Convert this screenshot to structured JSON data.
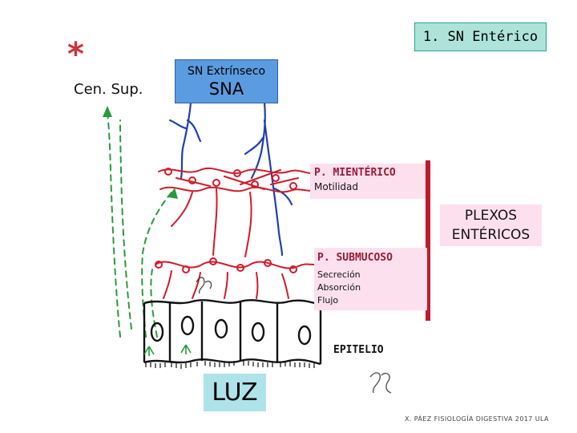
{
  "title_box": "1. SN Entérico",
  "asterisk": "*",
  "cen_sup": "Cen. Sup.",
  "sna_box": {
    "line1": "SN Extrínseco",
    "line2": "SNA"
  },
  "mienterico_box": {
    "title": "P. MIENTÉRICO",
    "subtitle": "Motilidad"
  },
  "plexos_box": {
    "line1": "PLEXOS",
    "line2": "ENTÉRICOS"
  },
  "submucoso_box": {
    "title": "P. SUBMUCOSO",
    "items": [
      "Secreción",
      "Absorción",
      "Flujo"
    ]
  },
  "epitelio": "EPITELIO",
  "luz": "LUZ",
  "footer": "X. PÁEZ  FISIOLOGÍA DIGESTIVA 2017  ULA",
  "colors": {
    "extrinsic_nerve": "#1f3fb0",
    "enteric_neuron": "#d11a2a",
    "afferent": "#2a9a3a",
    "epithelium": "#111111",
    "accent_box": "#fde0ee"
  }
}
